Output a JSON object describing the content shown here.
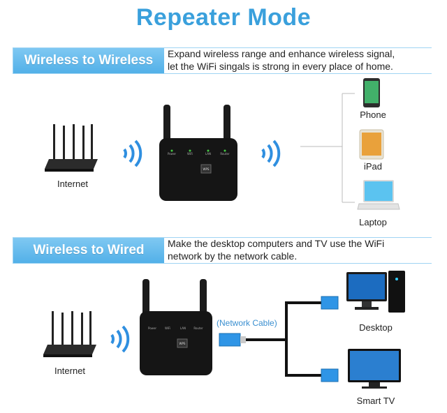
{
  "title": "Repeater Mode",
  "section1": {
    "banner": "Wireless to Wireless",
    "desc_line1": "Expand wireless range and enhance wireless signal,",
    "desc_line2": "let the WiFi singals is strong in every place of home.",
    "router_label": "Internet",
    "devices": [
      "Phone",
      "iPad",
      "Laptop"
    ]
  },
  "section2": {
    "banner": "Wireless to Wired",
    "desc_line1": "Make the desktop computers and TV use the WiFi",
    "desc_line2": "network by the network cable.",
    "router_label": "Internet",
    "cable_label": "(Network Cable)",
    "devices": [
      "Desktop",
      "Smart TV"
    ]
  },
  "repeater": {
    "led_labels": [
      "Power",
      "WiFi",
      "LAN",
      "Router"
    ],
    "button_label": "WPS"
  },
  "colors": {
    "title": "#3aa0dc",
    "banner": "#52b0e8",
    "signal": "#2f8fe0",
    "cable_plug": "#2f95e6"
  }
}
